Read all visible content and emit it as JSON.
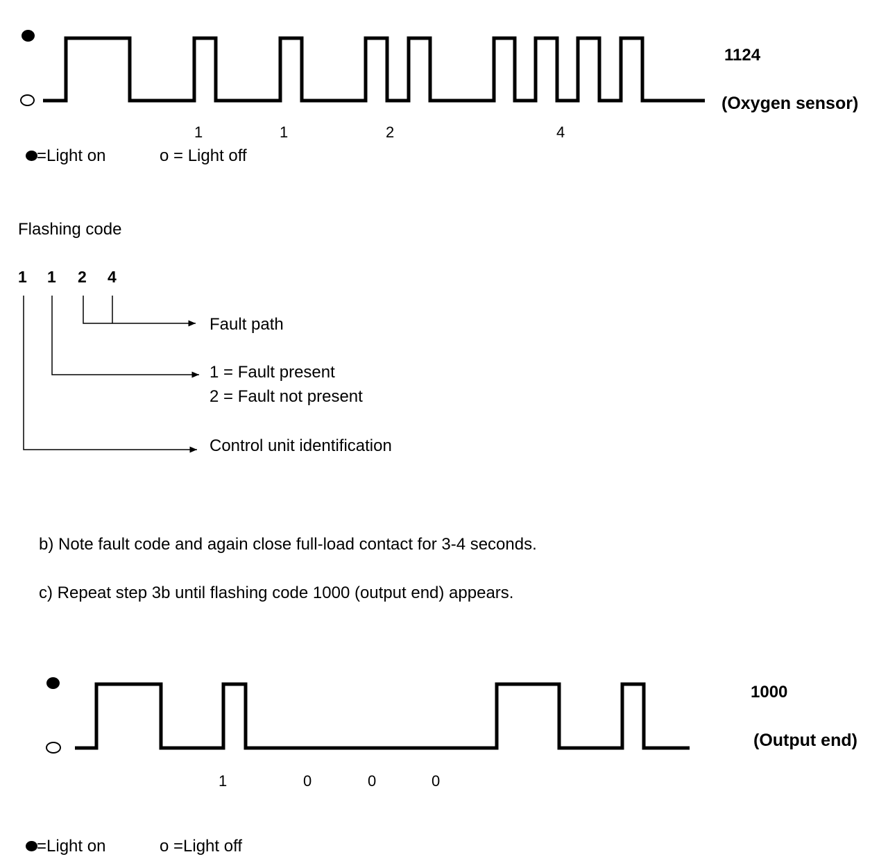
{
  "diagram1": {
    "code": "1124",
    "description": "(Oxygen  sensor)",
    "digits": [
      "1",
      "1",
      "2",
      "4"
    ],
    "legend_on": "=Light on",
    "legend_off": "o  =  Light off"
  },
  "flashing": {
    "heading": "Flashing code",
    "digits": [
      "1",
      "1",
      "2",
      "4"
    ],
    "fault_path": "Fault path",
    "fault_present": "1  =  Fault present",
    "fault_not_present": "2  =  Fault not present",
    "control_unit": "Control unit identification"
  },
  "steps": {
    "b": "b) Note fault code and again close full-load contact for 3-4 seconds.",
    "c": "c) Repeat step 3b until flashing code 1000 (output end) appears."
  },
  "diagram2": {
    "code": "1000",
    "description": "(Output end)",
    "digits": [
      "1",
      "0",
      "0",
      "0"
    ],
    "legend_on": "=Light on",
    "legend_off": "o  =Light off"
  }
}
